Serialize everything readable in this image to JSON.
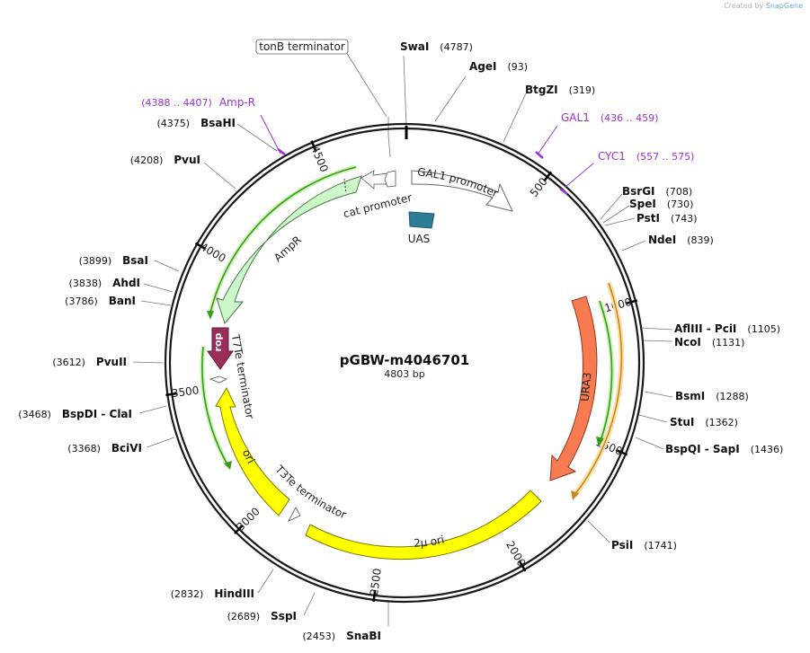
{
  "credit": {
    "prefix": "Created by",
    "brand": "SnapGene"
  },
  "plasmid": {
    "name": "pGBW-m4046701",
    "size_label": "4803 bp",
    "length": 4803
  },
  "ticks": [
    {
      "pos": 500,
      "label": "500"
    },
    {
      "pos": 1000,
      "label": "1000"
    },
    {
      "pos": 1500,
      "label": "1500"
    },
    {
      "pos": 2000,
      "label": "2000"
    },
    {
      "pos": 2500,
      "label": "2500"
    },
    {
      "pos": 3000,
      "label": "3000"
    },
    {
      "pos": 3500,
      "label": "3500"
    },
    {
      "pos": 4000,
      "label": "4000"
    },
    {
      "pos": 4500,
      "label": "4500"
    }
  ],
  "sites": [
    {
      "name": "SwaI",
      "pos": "(4787)",
      "bp": 4787
    },
    {
      "name": "AgeI",
      "pos": "(93)",
      "bp": 93
    },
    {
      "name": "BtgZI",
      "pos": "(319)",
      "bp": 319
    },
    {
      "name": "BsrGI",
      "pos": "(708)",
      "bp": 708
    },
    {
      "name": "SpeI",
      "pos": "(730)",
      "bp": 730
    },
    {
      "name": "PstI",
      "pos": "(743)",
      "bp": 743
    },
    {
      "name": "NdeI",
      "pos": "(839)",
      "bp": 839
    },
    {
      "name": "AflIII  - PciI",
      "pos": "(1105)",
      "bp": 1105
    },
    {
      "name": "NcoI",
      "pos": "(1131)",
      "bp": 1131
    },
    {
      "name": "BsmI",
      "pos": "(1288)",
      "bp": 1288
    },
    {
      "name": "StuI",
      "pos": "(1362)",
      "bp": 1362
    },
    {
      "name": "BspQI  - SapI",
      "pos": "(1436)",
      "bp": 1436
    },
    {
      "name": "PsiI",
      "pos": "(1741)",
      "bp": 1741
    },
    {
      "name": "SnaBI",
      "pos": "(2453)",
      "bp": 2453
    },
    {
      "name": "SspI",
      "pos": "(2689)",
      "bp": 2689
    },
    {
      "name": "HindIII",
      "pos": "(2832)",
      "bp": 2832
    },
    {
      "name": "BciVI",
      "pos": "(3368)",
      "bp": 3368
    },
    {
      "name": "BspDI  - ClaI",
      "pos": "(3468)",
      "bp": 3468
    },
    {
      "name": "PvuII",
      "pos": "(3612)",
      "bp": 3612
    },
    {
      "name": "BanI",
      "pos": "(3786)",
      "bp": 3786
    },
    {
      "name": "AhdI",
      "pos": "(3838)",
      "bp": 3838
    },
    {
      "name": "BsaI",
      "pos": "(3899)",
      "bp": 3899
    },
    {
      "name": "PvuI",
      "pos": "(4208)",
      "bp": 4208
    },
    {
      "name": "BsaHI",
      "pos": "(4375)",
      "bp": 4375
    }
  ],
  "primers": [
    {
      "name": "GAL1",
      "range": "(436 .. 459)",
      "color": "#9b30d9"
    },
    {
      "name": "CYC1",
      "range": "(557 .. 575)",
      "color": "#9b30d9"
    },
    {
      "name": "Amp-R",
      "range": "(4388 .. 4407)",
      "color": "#9b30d9"
    }
  ],
  "features": {
    "gal1_promoter": "GAL1 promoter",
    "uas": "UAS",
    "cat_promoter": "cat promoter",
    "ampr": "AmpR",
    "rop": "rop",
    "t7te": "T7Te terminator",
    "t3te": "T3Te terminator",
    "ori": "ori",
    "two_mu_ori": "2μ ori",
    "ura3": "URA3",
    "tonb": "tonB terminator"
  },
  "colors": {
    "ampr": "#ccf7c8",
    "ura3": "#f77a50",
    "ori": "#ffff00",
    "rop": "#9b2d5b",
    "uas": "#2e7d96",
    "primer": "#9b30d9",
    "orf_green": "#3a9a1a",
    "orf_orange": "#e2a33a"
  }
}
